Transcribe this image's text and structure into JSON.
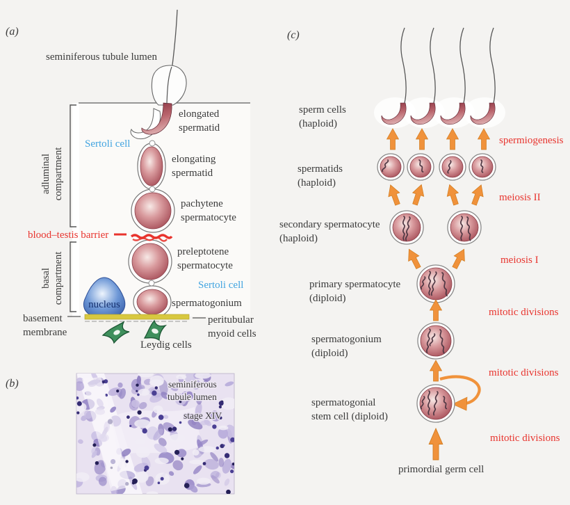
{
  "figure_title": "Spermatogenesis diagram",
  "colors": {
    "background": "#f4f3f1",
    "accent_red": "#e8342e",
    "arrow_orange": "#f0923b",
    "sertoli_blue": "#42a4e0",
    "cell_red_dark": "#a8505a",
    "nucleus_blue": "#3c63ac",
    "membrane_yellow": "#d8c840",
    "leydig_green": "#3f8f5c",
    "histology_purple": "#a99bd1"
  },
  "panel_a": {
    "tag": "(a)",
    "lumen_label": "seminiferous tubule lumen",
    "sertoli_upper": "Sertoli cell",
    "sertoli_lower": "Sertoli cell",
    "adluminal": [
      "adluminal",
      "compartment"
    ],
    "basal": [
      "basal",
      "compartment"
    ],
    "blood_testis_barrier": "blood–testis barrier",
    "cells": {
      "elongated": [
        "elongated",
        "spermatid"
      ],
      "elongating": [
        "elongating",
        "spermatid"
      ],
      "pachytene": [
        "pachytene",
        "spermatocyte"
      ],
      "preleptotene": [
        "preleptotene",
        "spermatocyte"
      ],
      "spermatogonium": "spermatogonium"
    },
    "nucleus": "nucleus",
    "basement": [
      "basement",
      "membrane"
    ],
    "peritubular": [
      "peritubular",
      "myoid cells"
    ],
    "leydig": "Leydig cells"
  },
  "panel_b": {
    "tag": "(b)",
    "lumen": [
      "seminiferous",
      "tubule lumen"
    ],
    "stage": "stage XIV"
  },
  "panel_c": {
    "tag": "(c)",
    "stages": [
      {
        "lines": [
          "sperm cells",
          "(haploid)"
        ]
      },
      {
        "lines": [
          "spermatids",
          "(haploid)"
        ]
      },
      {
        "lines": [
          "secondary spermatocyte",
          "(haploid)"
        ]
      },
      {
        "lines": [
          "primary spermatocyte",
          "(diploid)"
        ]
      },
      {
        "lines": [
          "spermatogonium",
          "(diploid)"
        ]
      },
      {
        "lines": [
          "spermatogonial",
          "stem cell (diploid)"
        ]
      },
      {
        "lines": [
          "primordial germ cell"
        ]
      }
    ],
    "processes": [
      "spermiogenesis",
      "meiosis II",
      "meiosis I",
      "mitotic divisions",
      "mitotic divisions",
      "mitotic divisions"
    ]
  }
}
